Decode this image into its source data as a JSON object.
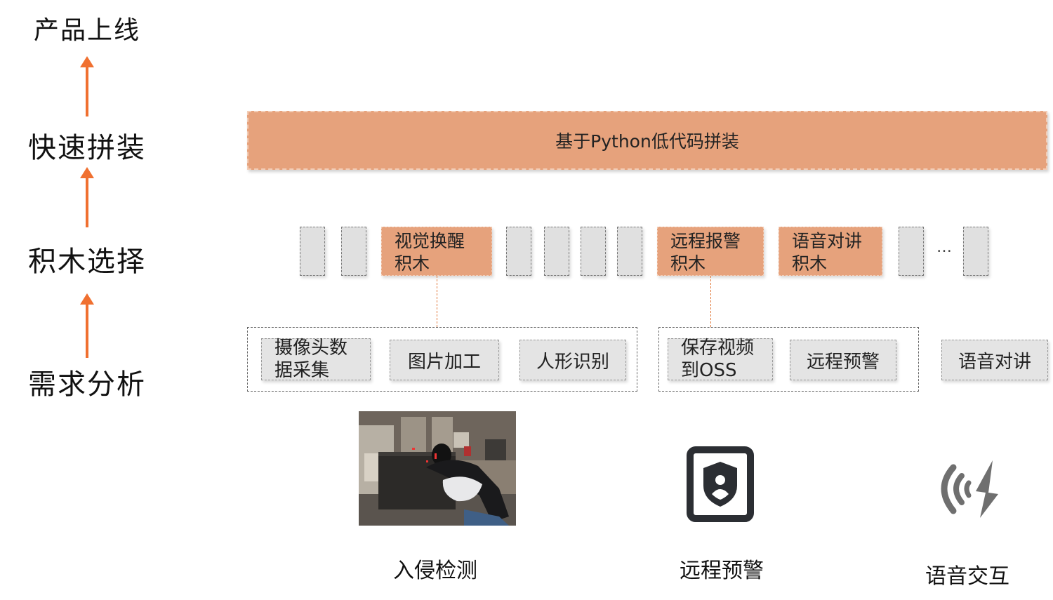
{
  "stages": {
    "launch": "产品上线",
    "assemble": "快速拼装",
    "select": "积木选择",
    "analyze": "需求分析"
  },
  "banner": {
    "label": "基于Python低代码拼装"
  },
  "bricks": {
    "vision_wake": {
      "line1": "视觉换醒",
      "line2": "积木"
    },
    "remote_alarm": {
      "line1": "远程报警",
      "line2": "积木"
    },
    "voice_intercom": {
      "line1": "语音对讲",
      "line2": "积木"
    },
    "more": "…"
  },
  "functions": {
    "camera_capture": {
      "line1": "摄像头数",
      "line2": "据采集"
    },
    "image_processing": "图片加工",
    "human_detection": "人形识别",
    "save_video": {
      "line1": "保存视频",
      "line2": "到OSS"
    },
    "remote_warning": "远程预警",
    "voice_talk": "语音对讲"
  },
  "scenarios": {
    "intrusion": "入侵检测",
    "warning": "远程预警",
    "voice": "语音交互"
  },
  "icons": {
    "arrow": "arrow-up-icon",
    "shield": "shield-user-icon",
    "voice": "voice-wave-icon"
  },
  "colors": {
    "accent_orange": "#f07030",
    "brick_highlight": "#e6a27c",
    "brick_plain": "#e0e0e0",
    "icon_dark": "#2b2e33"
  }
}
